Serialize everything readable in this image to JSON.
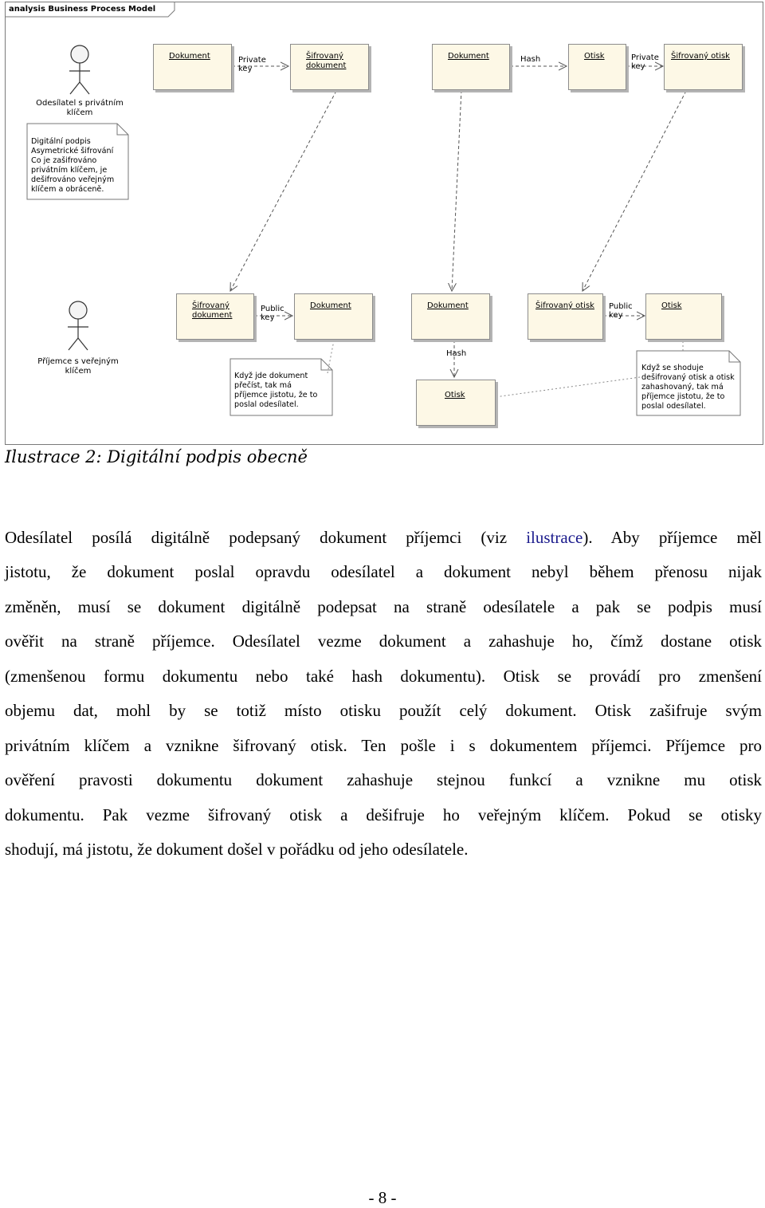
{
  "diagram": {
    "frame_title": "analysis Business Process Model",
    "actors": {
      "sender": "Odesílatel s privátním\nklíčem",
      "receiver": "Příjemce s veřejným\nklíčem"
    },
    "notes": {
      "sender": "Digitální podpis\nAsymetrické šifrování\nCo je zašifrováno\nprivátním klíčem, je\ndešifrováno veřejným\nklíčem a obráceně.",
      "doc_check": "Když jde dokument\npřečíst, tak má\npříjemce jistotu, že to\nposlal odesílatel.",
      "hash_check": "Když se shoduje\ndešifrovaný otisk a otisk\nzahashovaný, tak má\npříjemce jistotu, že to\nposlal odesílatel."
    },
    "boxes": {
      "top_dokument_1": "Dokument",
      "top_sifrovany_dokument": "Šifrovaný\ndokument",
      "top_dokument_2": "Dokument",
      "top_otisk": "Otisk",
      "top_sifrovany_otisk": "Šifrovaný otisk",
      "bot_sifrovany_dokument": "Šifrovaný\ndokument",
      "bot_dokument_1": "Dokument",
      "bot_dokument_2": "Dokument",
      "bot_sifrovany_otisk": "Šifrovaný otisk",
      "bot_otisk_1": "Otisk",
      "bot_otisk_2": "Otisk"
    },
    "edge_labels": {
      "private_key_1": "Private\nkey",
      "hash_top": "Hash",
      "private_key_2": "Private\nkey",
      "public_key_1": "Public\nkey",
      "public_key_2": "Public\nkey",
      "hash_bottom": "Hash"
    }
  },
  "caption": "Ilustrace 2: Digitální podpis obecně",
  "paragraph": {
    "l1_a": "Odesílatel posílá digitálně podepsaný dokument příjemci (viz ",
    "l1_link": "ilustrace",
    "l1_b": "). Aby příjemce měl",
    "l2": "jistotu, že dokument poslal opravdu odesílatel a dokument nebyl během přenosu nijak",
    "l3": "změněn, musí se dokument digitálně podepsat na straně odesílatele a pak se podpis musí",
    "l4": "ověřit na straně příjemce. Odesílatel vezme dokument a zahashuje ho, čímž dostane otisk",
    "l5": "(zmenšenou formu dokumentu nebo také hash dokumentu). Otisk se provádí pro zmenšení",
    "l6": "objemu dat, mohl by se totiž místo otisku použít celý dokument. Otisk zašifruje svým",
    "l7": "privátním klíčem a vznikne šifrovaný otisk. Ten pošle i s dokumentem příjemci. Příjemce pro",
    "l8": "ověření pravosti dokumentu dokument zahashuje stejnou funkcí a vznikne mu otisk",
    "l9": "dokumentu. Pak vezme šifrovaný otisk a dešifruje ho veřejným klíčem. Pokud se otisky",
    "l10": "shodují, má jistotu, že dokument došel v pořádku od jeho odesílatele."
  },
  "page_number": "- 8 -"
}
